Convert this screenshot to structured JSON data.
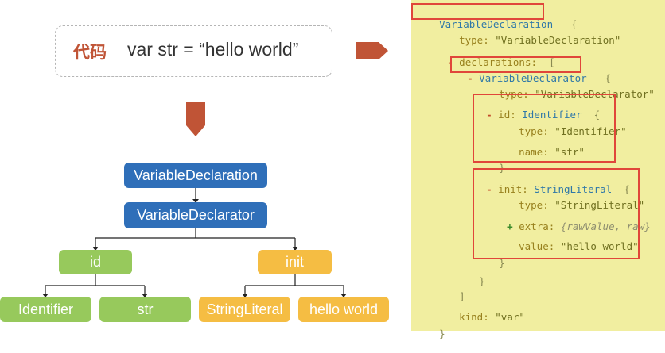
{
  "code": {
    "label": "代码",
    "source": "var str = “hello world”"
  },
  "tree": {
    "root": "VariableDeclaration",
    "declarator": "VariableDeclarator",
    "id": "id",
    "init": "init",
    "id_type": "Identifier",
    "id_name": "str",
    "init_type": "StringLiteral",
    "init_value": "hello world"
  },
  "colors": {
    "blue_node": "#2f6fb9",
    "green_node": "#97c95c",
    "orange_node": "#f5bd43",
    "arrow": "#c05436",
    "ast_background": "#f1eea0",
    "highlight_box": "#e0463a"
  },
  "ast": {
    "root_name": "VariableDeclaration",
    "open_brace": "{",
    "close_brace": "}",
    "type_key": "type:",
    "root_type_value": "\"VariableDeclaration\"",
    "minus": "-",
    "plus": "+",
    "declarations_key": "declarations:",
    "open_bracket": "[",
    "close_bracket": "]",
    "declarator_name": "VariableDeclarator",
    "declarator_type_value": "\"VariableDeclarator\"",
    "id_key": "id:",
    "id_node": "Identifier",
    "id_type_value": "\"Identifier\"",
    "name_key": "name:",
    "name_value": "\"str\"",
    "init_key": "init:",
    "init_node": "StringLiteral",
    "init_type_value": "\"StringLiteral\"",
    "extra_key": "extra:",
    "extra_value": "{rawValue, raw}",
    "value_key": "value:",
    "value_value": "\"hello world\"",
    "kind_key": "kind:",
    "kind_value": "\"var\""
  }
}
